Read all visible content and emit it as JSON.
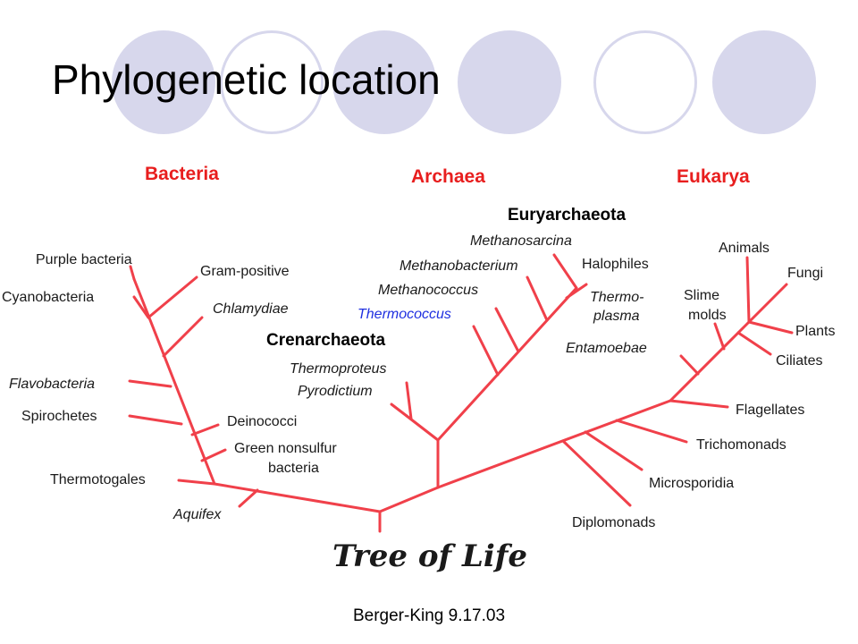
{
  "slide": {
    "title": "Phylogenetic location",
    "footer": "Berger-King 9.17.03"
  },
  "colors": {
    "branch": "#f0404a",
    "domain_heading": "#e81e1e",
    "highlight": "#1f30e0",
    "decor_circle": "#d7d7ec"
  },
  "tree": {
    "caption": "Tree of Life",
    "domains": [
      "Bacteria",
      "Archaea",
      "Eukarya"
    ],
    "groups": [
      "Euryarchaeota",
      "Crenarchaeota"
    ],
    "bacteria": [
      "Purple bacteria",
      "Gram-positive",
      "Cyanobacteria",
      "Chlamydiae",
      "Flavobacteria",
      "Spirochetes",
      "Deinococci",
      "Green nonsulfur",
      "bacteria",
      "Thermotogales",
      "Aquifex"
    ],
    "archaea": [
      "Methanosarcina",
      "Methanobacterium",
      "Halophiles",
      "Methanococcus",
      "Thermo-",
      "plasma",
      "Thermococcus",
      "Thermoproteus",
      "Pyrodictium"
    ],
    "eukarya": [
      "Animals",
      "Fungi",
      "Slime",
      "molds",
      "Plants",
      "Entamoebae",
      "Ciliates",
      "Flagellates",
      "Trichomonads",
      "Microsporidia",
      "Diplomonads"
    ]
  }
}
